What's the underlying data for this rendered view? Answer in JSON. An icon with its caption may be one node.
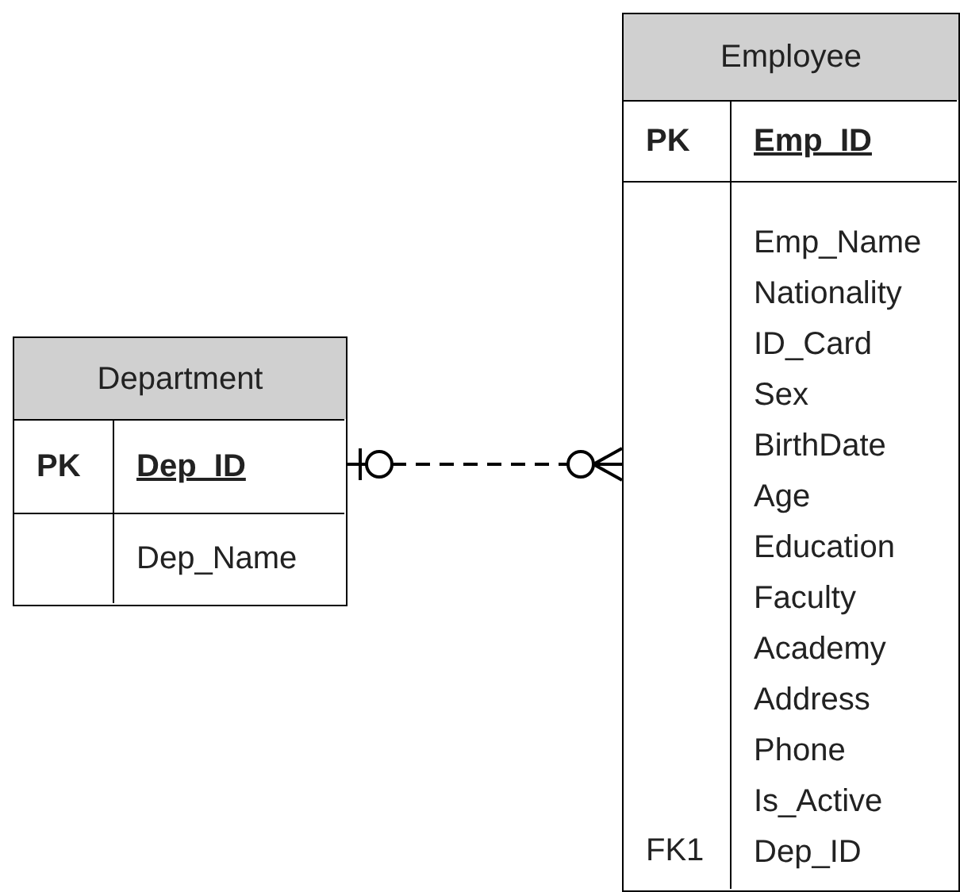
{
  "diagram": {
    "nodes": [
      {
        "text": [
          "Department"
        ]
      },
      {
        "text": [
          "PK"
        ],
        "in": 0
      },
      {
        "text": [
          "Dep_ID"
        ],
        "in": 0
      },
      {
        "text": [
          "Dep_Name"
        ],
        "in": 0
      },
      {
        "text": [
          "Employee"
        ]
      },
      {
        "text": [
          "PK"
        ],
        "in": 4
      },
      {
        "text": [
          "Emp_ID"
        ],
        "in": 4
      },
      {
        "text": [
          "FK1"
        ],
        "in": 4
      },
      {
        "text": [
          "Emp_Name",
          "Nationality",
          "ID_Card",
          "Sex",
          "BirthDate",
          "Age",
          "Education",
          "Faculty",
          "Academy",
          "Address",
          "Phone",
          "Is_Active",
          "Dep_ID"
        ],
        "in": 4
      }
    ],
    "edges": [
      {
        "from": 2,
        "to": 4,
        "arrow": "other",
        "style": "dashed"
      }
    ]
  }
}
